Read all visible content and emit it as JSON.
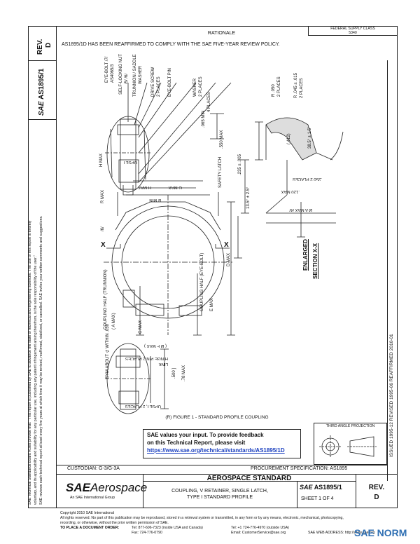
{
  "side_note": {
    "line1": "SAE Technical Standards Board Rules provide that: \"This report is published by SAE to advance the state of technical and engineering sciences. The use of this report is entirely",
    "line2": "voluntary, and its applicability and suitability for any particular use, including any patent infringement arising therefrom, is the sole responsibility of the user.\"",
    "line3": "SAE reviews each technical report at least every five years at which time it may be revised, reaffirmed, stabilized, or cancelled. SAE invites your written comments and suggestions."
  },
  "left_strip": {
    "rev_label": "REV.",
    "rev_value": "D",
    "doc_number": "AS1895/1",
    "logo": "SAE"
  },
  "header": {
    "fed_class_line1": "FEDERAL SUPPLY CLASS",
    "fed_class_line2": "5340",
    "rationale_title": "RATIONALE",
    "rationale_text": "AS1895/1D HAS BEEN REAFFIRMED TO COMPLY WITH THE SAE FIVE-YEAR REVIEW POLICY."
  },
  "drawing": {
    "figure_caption": "(R) FIGURE 1 - STANDARD PROFILE COUPLING",
    "section_label_line1": "ENLARGED",
    "section_label_line2": "SECTION X-X",
    "x_marker": "X",
    "labels": {
      "eye_bolt": "EYE-BOLT  /7/",
      "eye_bolt_spec": "AS4065/3",
      "self_locking_nut": "SELF-LOCKING NUT",
      "nut_spec": "/5/ /6/",
      "trunnion_saddle": "TRUNNION / SADDLE",
      "washer": "WASHER",
      "drive_screw": "DRIVE SCREW",
      "two_places": "2 PLACES",
      "eye_bolt_pin": "EYE-BOLT PIN",
      "washer2": "WASHER",
      "four_places": "4 PLACES",
      "mm_065": ".065 MIN",
      "mm_550": ".550 MAX",
      "safety_latch": "SAFETY LATCH",
      "upset": "UPSET",
      "h_max": "H MAX",
      "g_max": "G MAX",
      "b_min": "B MIN",
      "r_max": "R MAX",
      "d_max": "D MAX",
      "f_max_note": "/6/",
      "coupling_half_trunnion": "COUPLING HALF (TRUNNION)",
      "coupling_half_eyebolt": "COUPLING HALF (EYE-BOLT)",
      "c_max": "C MAX",
      "e_max": "E MAX",
      "a_max": "( A MAX)",
      "r050": "R .050",
      "r045": "R .045 ± .015",
      "dim_412": "(.412)",
      "angle_38": "38.5° ± 1.5°",
      "dim_235": ".235 ± .005",
      "angle_135": "13.5° ± 2.5°",
      "dim_250": ".250  2 PLACES",
      "dim_120": ".120 MAX",
      "a_max_sec": "Ø A MAX  /4/",
      "sym_about": "SYM ABOUT ⊄ WITHIN .030",
      "hinge_pin": "HINGE PIN  2 PLACES",
      "f_max": "( Ø F MAX )",
      "link": "LINK",
      "dim_500": ".500 ]",
      "dim_78": ".78 MAX",
      "upset_2": "UPSET, 2 PLACES"
    }
  },
  "projection": {
    "label": "THIRD ANGLE PROJECTION"
  },
  "right_strip": {
    "text": "ISSUED 1995-12     REVISED 1995-06     REAFFIRMED 2010-01"
  },
  "feedback": {
    "line1": "SAE values your input. To provide feedback",
    "line2": "on this Technical Report, please visit",
    "url": "https://www.sae.org/technical/standards/AS1895/1D"
  },
  "custodian": "CUSTODIAN: G-3/G-3A",
  "procurement": "PROCUREMENT SPECIFICATION: AS1895",
  "title_block": {
    "logo_bold": "SAE",
    "logo_italic": "Aerospace",
    "logo_sub": "An SAE International Group",
    "standard_title": "AEROSPACE STANDARD",
    "part_line1": "COUPLING, V RETAINER, SINGLE LATCH,",
    "part_line2": "TYPE I STANDARD PROFILE",
    "sae_small": "SAE",
    "doc_number": "AS1895/1",
    "sheet": "SHEET 1 OF 4",
    "rev_label": "REV.",
    "rev_value": "D"
  },
  "footer": {
    "copyright": "Copyright 2010 SAE International",
    "rights": "All rights reserved. No part of this publication may be reproduced, stored in a retrieval system or transmitted, in any form or by any means, electronic, mechanical, photocopying,",
    "rights2": "recording, or otherwise, without the prior written permission of SAE.",
    "order_label": "TO PLACE A DOCUMENT ORDER:",
    "tel": "Tel:   877-606-7323 (inside USA and Canada)",
    "tel2": "Tel:   +1 724-776-4970 (outside USA)",
    "fax": "Fax:   724-776-0790",
    "email": "Email:  CustomerService@sae.org",
    "web": "SAE WEB ADDRESS:  http://www.sae.org"
  },
  "watermark": {
    "text": "SAE NORM"
  }
}
